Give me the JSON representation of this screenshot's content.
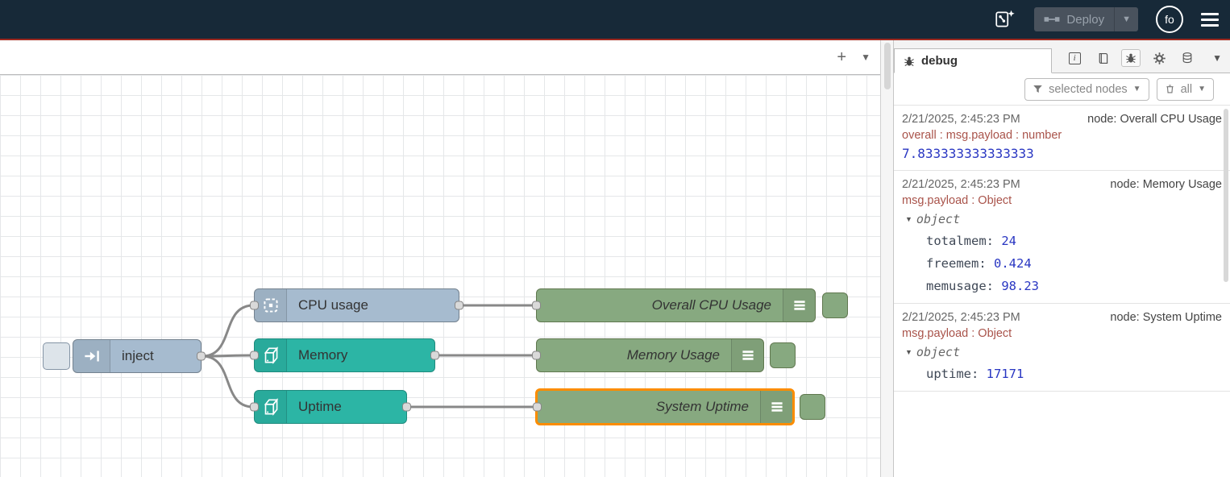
{
  "header": {
    "deploy_label": "Deploy",
    "avatar_initials": "fo"
  },
  "flow": {
    "nodes": {
      "inject": {
        "label": "inject"
      },
      "cpu_usage": {
        "label": "CPU usage"
      },
      "memory": {
        "label": "Memory"
      },
      "uptime": {
        "label": "Uptime"
      },
      "debug_cpu": {
        "label": "Overall CPU Usage"
      },
      "debug_memory": {
        "label": "Memory Usage"
      },
      "debug_uptime": {
        "label": "System Uptime"
      }
    }
  },
  "sidebar": {
    "tab_label": "debug",
    "filter_label": "selected nodes",
    "clear_label": "all",
    "messages": [
      {
        "timestamp": "2/21/2025, 2:45:23 PM",
        "node": "node: Overall CPU Usage",
        "path": "overall : msg.payload : number",
        "value": "7.833333333333333"
      },
      {
        "timestamp": "2/21/2025, 2:45:23 PM",
        "node": "node: Memory Usage",
        "path": "msg.payload : Object",
        "object_label": "object",
        "entries": [
          {
            "key": "totalmem:",
            "value": "24"
          },
          {
            "key": "freemem:",
            "value": "0.424"
          },
          {
            "key": "memusage:",
            "value": "98.23"
          }
        ]
      },
      {
        "timestamp": "2/21/2025, 2:45:23 PM",
        "node": "node: System Uptime",
        "path": "msg.payload : Object",
        "object_label": "object",
        "entries": [
          {
            "key": "uptime:",
            "value": "17171"
          }
        ]
      }
    ]
  },
  "icons": {
    "export-flow-icon": "flow board with sparkle",
    "deploy-icon": "two nodes joined by wire",
    "hamburger-icon": "three bars",
    "bug-icon": "bug",
    "info-tab-icon": "boxed i",
    "help-tab-icon": "book",
    "config-tab-icon": "gear",
    "context-tab-icon": "database cylinder",
    "funnel-icon": "filter funnel",
    "trash-icon": "trash can",
    "inject-icon": "arrow into bar",
    "chip-icon": "dashed cpu chip",
    "server-icon": "server cube",
    "debug-lines-icon": "three horizontal lines"
  },
  "colors": {
    "header_bg": "#172938",
    "accent_line": "#9e2a20",
    "node_inject_blue": "#a6bbcf",
    "node_teal": "#2cb5a5",
    "node_debug_green": "#87a980",
    "selection_orange": "#fb8c00",
    "debug_value_blue": "#2936c2",
    "debug_path_red": "#a9534a",
    "wire_gray": "#888888"
  }
}
